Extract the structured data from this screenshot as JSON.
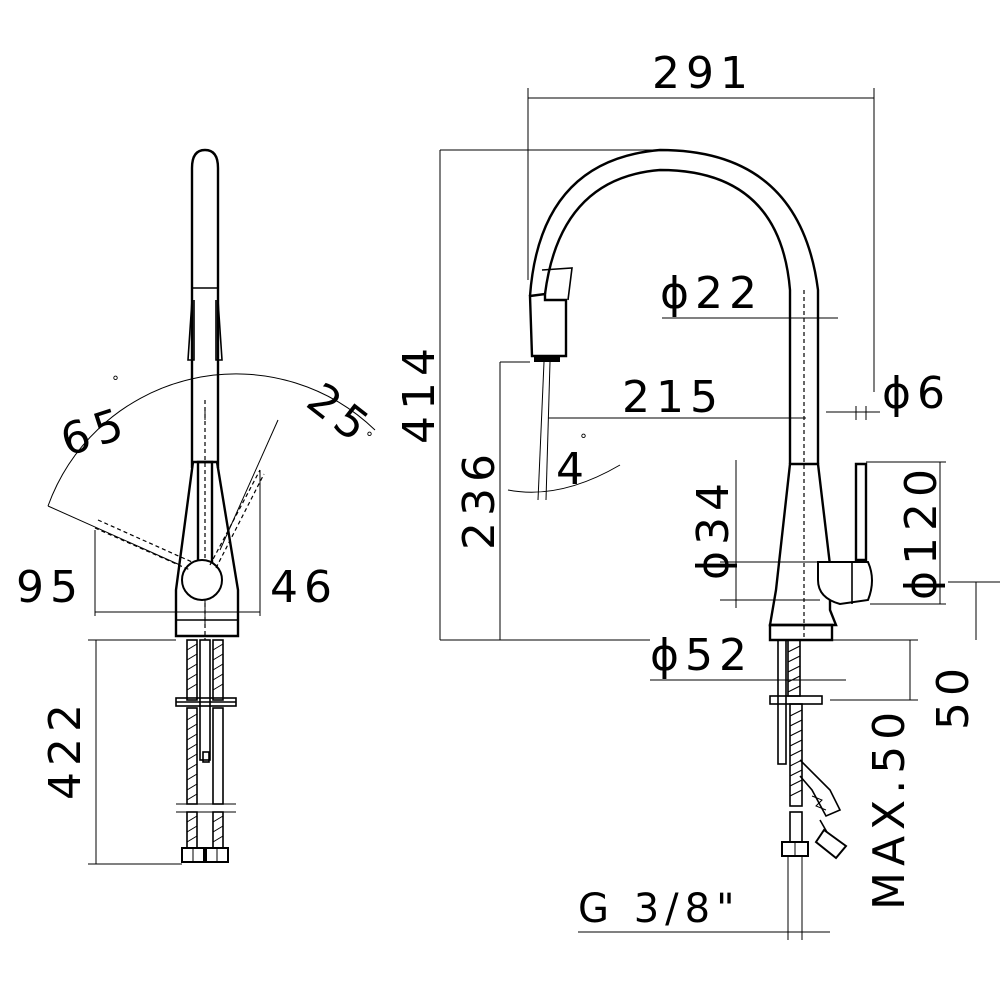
{
  "dimensions": {
    "swivel_left": "65",
    "swivel_right": "25",
    "degree_symbol": "°",
    "offset_left": "95",
    "offset_right": "46",
    "hose_length": "422",
    "spout_reach": "291",
    "spout_diameter": "ϕ22",
    "total_height": "414",
    "spray_reach": "215",
    "lever_diameter": "ϕ6",
    "spout_height": "236",
    "spray_angle": "4",
    "body_diameter": "ϕ34",
    "lever_height": "ϕ120",
    "base_diameter": "ϕ52",
    "deck_thickness": "50",
    "max_deck": "MAX.50",
    "connection": "G 3/8\""
  }
}
